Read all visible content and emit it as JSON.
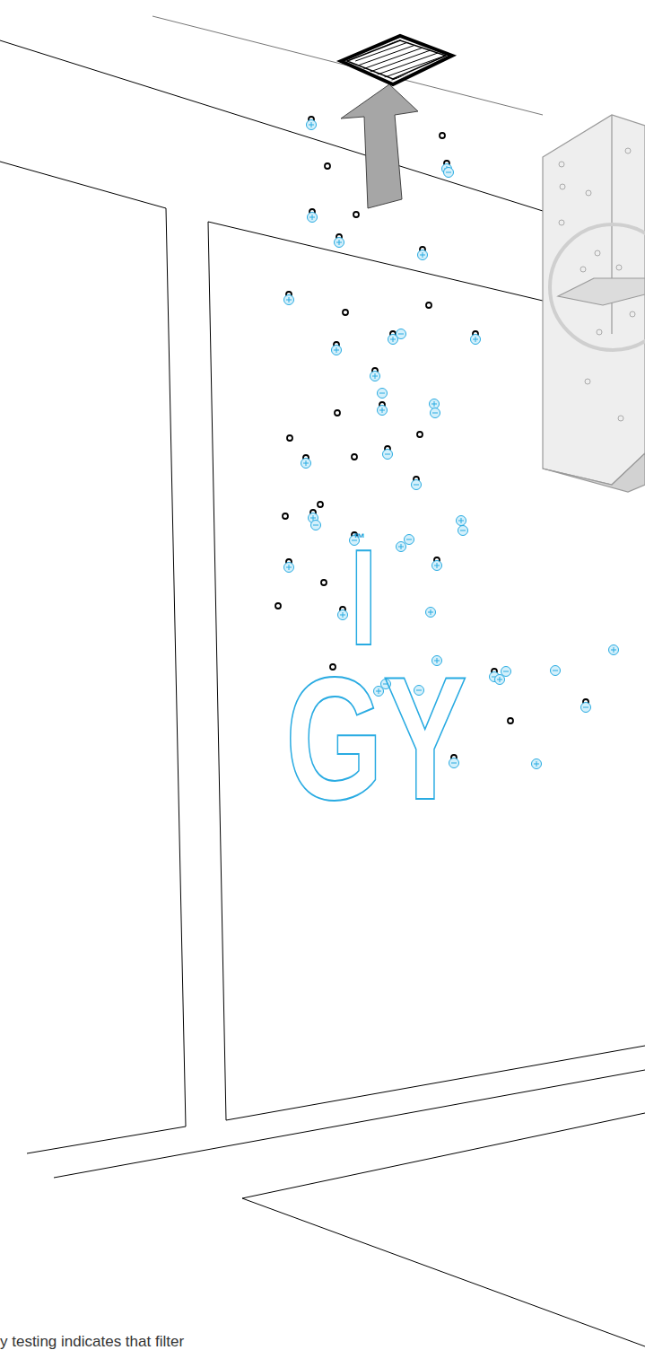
{
  "diagram": {
    "labels": [
      "™",
      "I",
      "GY",
      "y testing indicates that filter"
    ]
  }
}
